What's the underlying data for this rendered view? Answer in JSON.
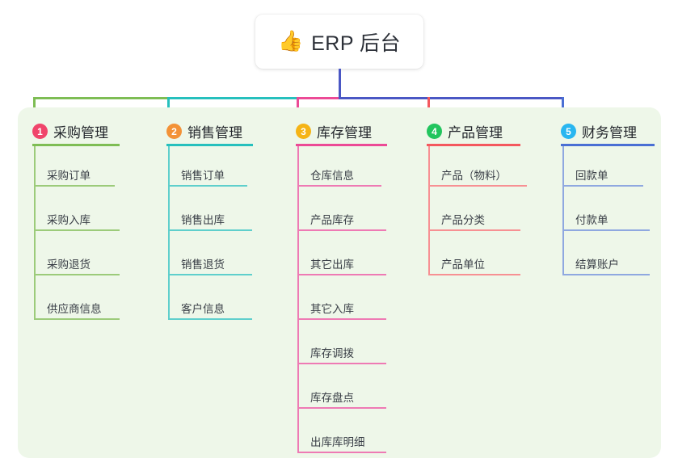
{
  "title": {
    "emoji": "👍",
    "emoji_name": "thumbs-up-icon",
    "text": "ERP 后台"
  },
  "palette": {
    "page_background": "#ffffff",
    "panel_background": "#eef7e9",
    "card_background": "#ffffff",
    "title_text": "#2c3038",
    "trunk": "#4a57c4"
  },
  "columns": [
    {
      "number": "1",
      "label": "采购管理",
      "badge_color": "#f0456b",
      "line_color": "#7ebd54",
      "leaf_color": "#9ccb7a",
      "items": [
        "采购订单",
        "采购入库",
        "采购退货",
        "供应商信息"
      ]
    },
    {
      "number": "2",
      "label": "销售管理",
      "badge_color": "#f39237",
      "line_color": "#26c0bd",
      "leaf_color": "#5fcfcc",
      "items": [
        "销售订单",
        "销售出库",
        "销售退货",
        "客户信息"
      ]
    },
    {
      "number": "3",
      "label": "库存管理",
      "badge_color": "#f5b416",
      "line_color": "#ec4a96",
      "leaf_color": "#ee7ab4",
      "items": [
        "仓库信息",
        "产品库存",
        "其它出库",
        "其它入库",
        "库存调拨",
        "库存盘点",
        "出库库明细"
      ]
    },
    {
      "number": "4",
      "label": "产品管理",
      "badge_color": "#22c55e",
      "line_color": "#f4585e",
      "leaf_color": "#f79093",
      "items": [
        "产品（物料）",
        "产品分类",
        "产品单位"
      ]
    },
    {
      "number": "5",
      "label": "财务管理",
      "badge_color": "#29b6f0",
      "line_color": "#4a6fd4",
      "leaf_color": "#8fa8e0",
      "items": [
        "回款单",
        "付款单",
        "结算账户"
      ]
    }
  ]
}
